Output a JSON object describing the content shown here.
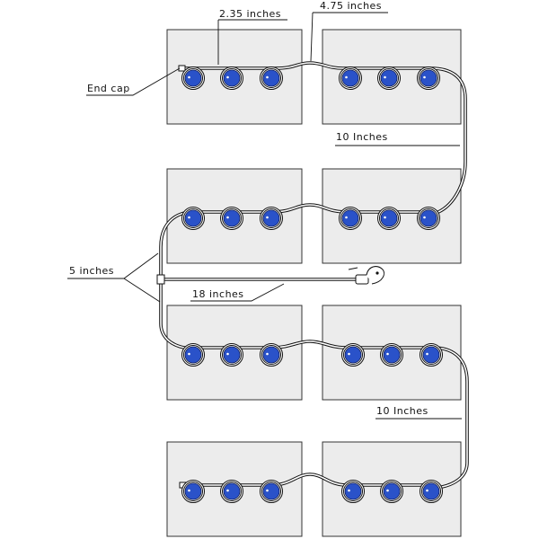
{
  "colors": {
    "cap": "#2a52c9",
    "panel": "#ececec",
    "background": "#ffffff"
  },
  "labels": {
    "spacing_between_caps": "2.35 inches",
    "spacing_between_batteries": "4.75 inches",
    "end_cap": "End cap",
    "row_gap_top": "10 Inches",
    "row_gap_bottom": "10 Inches",
    "center_drop": "5 inches",
    "feed_line": "18 inches"
  }
}
